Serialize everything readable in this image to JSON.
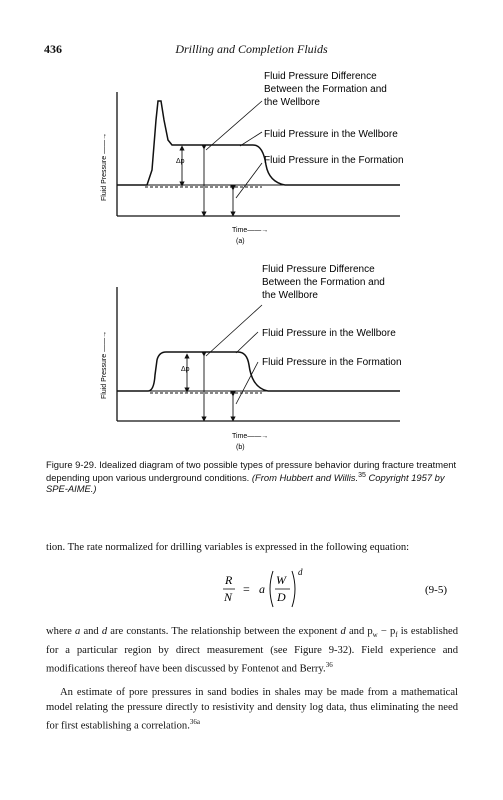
{
  "header": {
    "page_number": "436",
    "title": "Drilling and Completion Fluids"
  },
  "figure_a": {
    "label_diff_1": "Fluid Pressure Difference",
    "label_diff_2": "Between the Formation and",
    "label_diff_3": "the Wellbore",
    "label_wellbore": "Fluid Pressure in the Wellbore",
    "label_formation": "Fluid Pressure in the Formation",
    "delta_p": "Δp",
    "y_axis": "Fluid Pressure ——→",
    "x_axis": "Time——→",
    "panel": "(a)"
  },
  "figure_b": {
    "label_diff_1": "Fluid Pressure Difference",
    "label_diff_2": "Between the Formation and",
    "label_diff_3": "the Wellbore",
    "label_wellbore": "Fluid Pressure in the Wellbore",
    "label_formation": "Fluid Pressure in the Formation",
    "delta_p": "Δp",
    "y_axis": "Fluid Pressure ——→",
    "x_axis": "Time——→",
    "panel": "(b)"
  },
  "caption": {
    "main": "Figure 9-29. Idealized diagram of two possible types of pressure behavior during fracture treatment depending upon various underground conditions.",
    "source": "(From Hubbert and Willis.",
    "source_ref": "35",
    "source_tail": " Copyright 1957 by SPE-AIME.)"
  },
  "body": {
    "p1": "tion. The rate normalized for drilling variables is expressed in the following equation:",
    "eq_lhs_num": "R",
    "eq_lhs_den": "N",
    "eq_equals": "=",
    "eq_a": "a",
    "eq_W": "W",
    "eq_D": "D",
    "eq_exp": "d",
    "eq_number": "(9-5)",
    "p2a": "where ",
    "p2_a": "a",
    "p2b": " and ",
    "p2_d": "d",
    "p2c": " are constants. The relationship between the exponent ",
    "p2_d2": "d",
    "p2d": " and p",
    "p2_sub_w": "w",
    "p2e": " − p",
    "p2_sub_f": "f",
    "p2f": " is established for a particular region by direct measurement (see Figure 9-32). Field experience and modifications thereof have been discussed by Fontenot and Berry.",
    "p2_ref": "36",
    "p3": "An estimate of pore pressures in sand bodies in shales may be made from a mathematical model relating the pressure directly to resistivity and density log data, thus eliminating the need for first establishing a correlation.",
    "p3_ref": "36a"
  }
}
